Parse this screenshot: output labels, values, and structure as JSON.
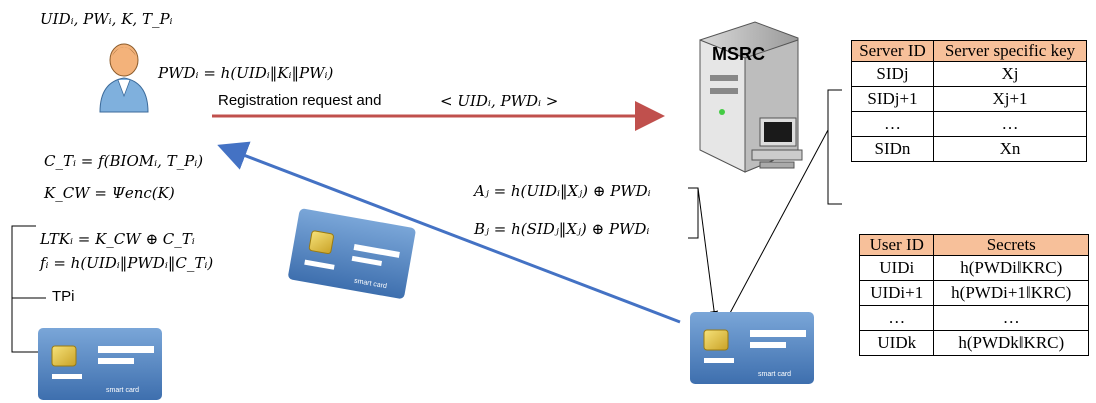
{
  "user_params": "UIDᵢ, PWᵢ, K, T_Pᵢ",
  "pwd_formula": "PWDᵢ = h(UIDᵢ‖Kᵢ‖PWᵢ)",
  "registration_label": "Registration request and",
  "registration_msg": "< UIDᵢ, PWDᵢ >",
  "msrc_label": "MSRC",
  "ct_formula": "C_Tᵢ = f(BIOMᵢ, T_Pᵢ)",
  "kcw_formula": "K_CW = Ψenc(K)",
  "ltk_formula": "LTKᵢ = K_CW ⊕ C_Tᵢ",
  "f_formula": "fᵢ = h(UIDᵢ‖PWDᵢ‖C_Tᵢ)",
  "tp_label": "TPi",
  "a_formula": "Aⱼ = h(UIDᵢ‖Xⱼ) ⊕ PWDᵢ",
  "b_formula": "Bⱼ = h(SIDⱼ‖Xⱼ) ⊕ PWDᵢ",
  "smart_card_text": "smart card",
  "server_table": {
    "headers": [
      "Server ID",
      "Server specific key"
    ],
    "rows": [
      [
        "SIDj",
        "Xj"
      ],
      [
        "SIDj+1",
        "Xj+1"
      ],
      [
        "…",
        "…"
      ],
      [
        "SIDn",
        "Xn"
      ]
    ]
  },
  "user_table": {
    "headers": [
      "User ID",
      "Secrets"
    ],
    "rows": [
      [
        "UIDi",
        "h(PWDi‖KRC)"
      ],
      [
        "UIDi+1",
        "h(PWDi+1‖KRC)"
      ],
      [
        "…",
        "…"
      ],
      [
        "UIDk",
        "h(PWDk‖KRC)"
      ]
    ]
  },
  "colors": {
    "red_arrow": "#c0504d",
    "blue_arrow": "#4472c4",
    "table_header": "#f7c09a",
    "card": "#4f81bd"
  }
}
